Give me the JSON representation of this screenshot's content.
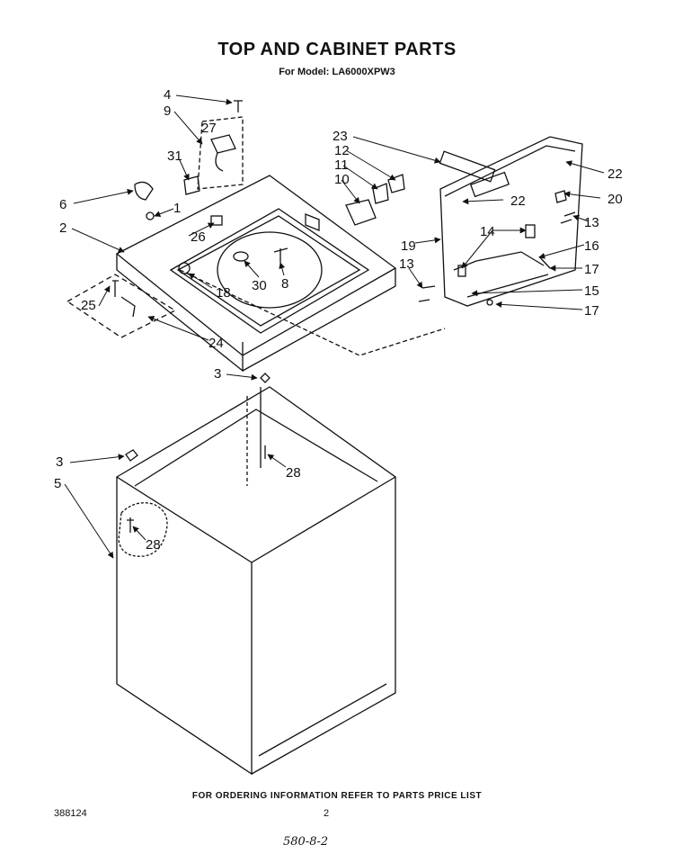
{
  "header": {
    "title": "TOP AND CABINET PARTS",
    "subtitle": "For Model: LA6000XPW3"
  },
  "callouts": [
    "4",
    "9",
    "27",
    "31",
    "6",
    "1",
    "2",
    "26",
    "25",
    "24",
    "18",
    "30",
    "8",
    "23",
    "12",
    "11",
    "10",
    "22",
    "22",
    "20",
    "13",
    "19",
    "14",
    "16",
    "13",
    "17",
    "15",
    "17",
    "3",
    "28",
    "3",
    "5",
    "28"
  ],
  "footer": {
    "ordering_note": "FOR ORDERING INFORMATION REFER TO PARTS PRICE LIST",
    "doc_number": "388124",
    "page_number": "2",
    "handwritten_note": "580-8-2"
  }
}
